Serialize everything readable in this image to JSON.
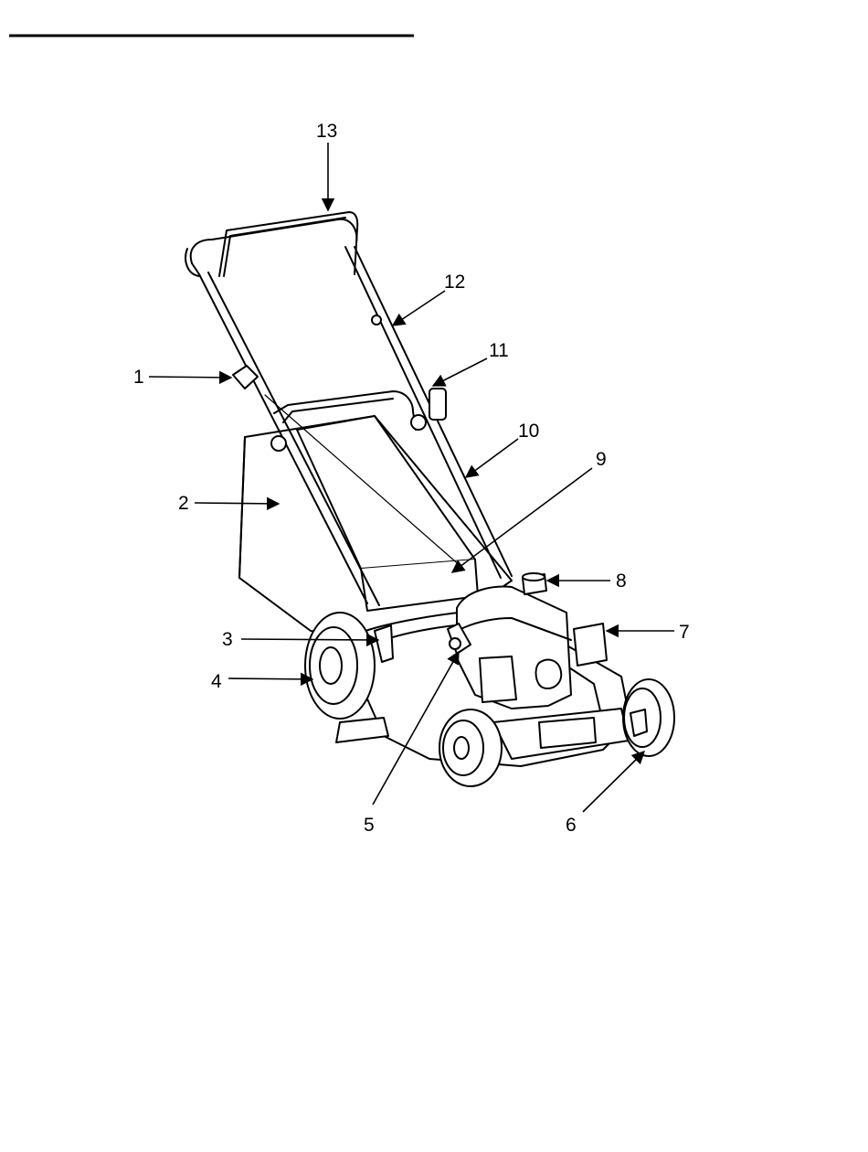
{
  "diagram": {
    "callouts": [
      {
        "id": "callout-1",
        "label": "1"
      },
      {
        "id": "callout-2",
        "label": "2"
      },
      {
        "id": "callout-3",
        "label": "3"
      },
      {
        "id": "callout-4",
        "label": "4"
      },
      {
        "id": "callout-5",
        "label": "5"
      },
      {
        "id": "callout-6",
        "label": "6"
      },
      {
        "id": "callout-7",
        "label": "7"
      },
      {
        "id": "callout-8",
        "label": "8"
      },
      {
        "id": "callout-9",
        "label": "9"
      },
      {
        "id": "callout-10",
        "label": "10"
      },
      {
        "id": "callout-11",
        "label": "11"
      },
      {
        "id": "callout-12",
        "label": "12"
      },
      {
        "id": "callout-13",
        "label": "13"
      }
    ]
  }
}
